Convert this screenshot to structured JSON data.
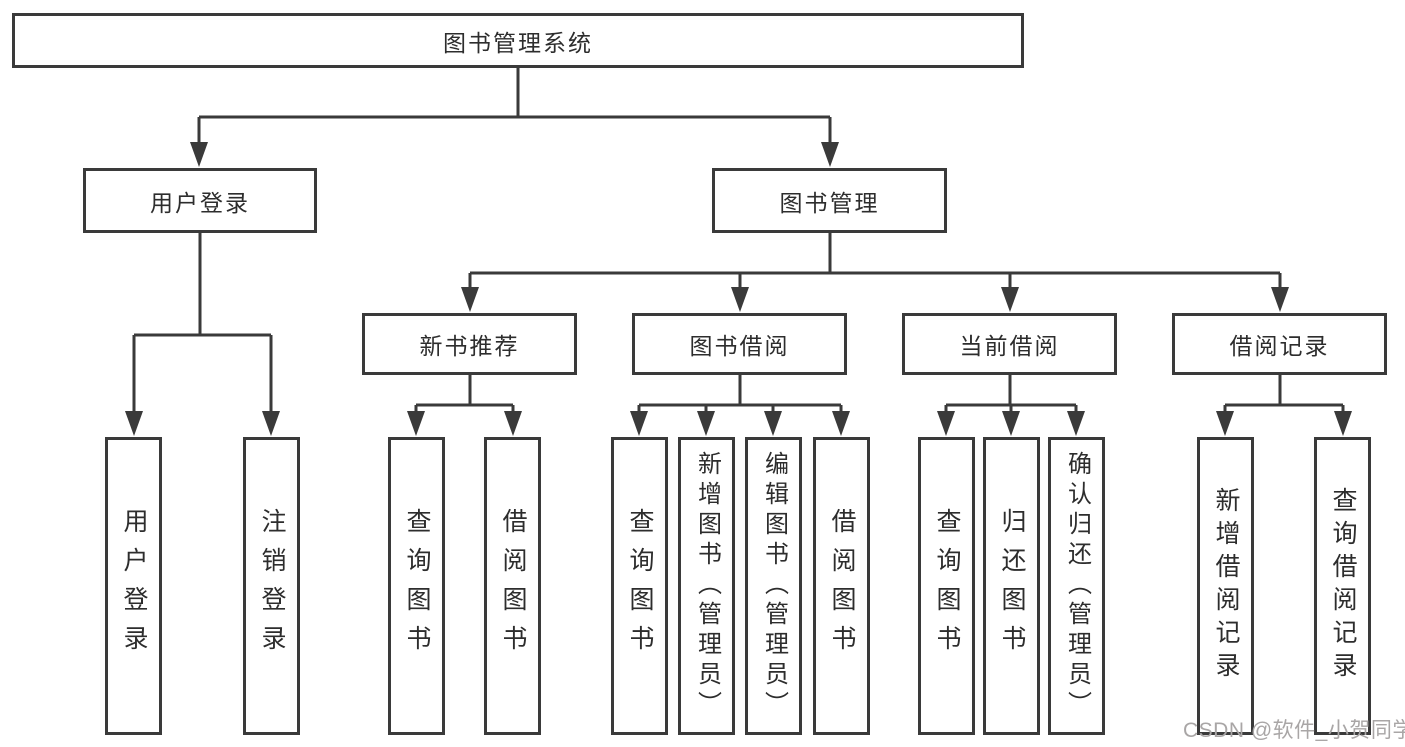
{
  "root": {
    "label": "图书管理系统"
  },
  "branches": [
    {
      "label": "用户登录",
      "parent": "图书管理系统"
    },
    {
      "label": "图书管理",
      "parent": "图书管理系统"
    }
  ],
  "modules": [
    {
      "label": "新书推荐",
      "parent": "图书管理"
    },
    {
      "label": "图书借阅",
      "parent": "图书管理"
    },
    {
      "label": "当前借阅",
      "parent": "图书管理"
    },
    {
      "label": "借阅记录",
      "parent": "图书管理"
    }
  ],
  "leaves": [
    {
      "label": "用户登录",
      "parent": "用户登录"
    },
    {
      "label": "注销登录",
      "parent": "用户登录"
    },
    {
      "label": "查询图书",
      "parent": "新书推荐"
    },
    {
      "label": "借阅图书",
      "parent": "新书推荐"
    },
    {
      "label": "查询图书",
      "parent": "图书借阅"
    },
    {
      "label": "新增图书（管理员）",
      "parent": "图书借阅"
    },
    {
      "label": "编辑图书（管理员）",
      "parent": "图书借阅"
    },
    {
      "label": "借阅图书",
      "parent": "图书借阅"
    },
    {
      "label": "查询图书",
      "parent": "当前借阅"
    },
    {
      "label": "归还图书",
      "parent": "当前借阅"
    },
    {
      "label": "确认归还（管理员）",
      "parent": "当前借阅"
    },
    {
      "label": "新增借阅记录",
      "parent": "借阅记录"
    },
    {
      "label": "查询借阅记录",
      "parent": "借阅记录"
    }
  ],
  "watermark": "CSDN @软件_小贺同学",
  "colors": {
    "line": "#3a3a3a",
    "text": "#2d2d2d",
    "watermark": "#a9a6a6",
    "background": "#ffffff"
  }
}
